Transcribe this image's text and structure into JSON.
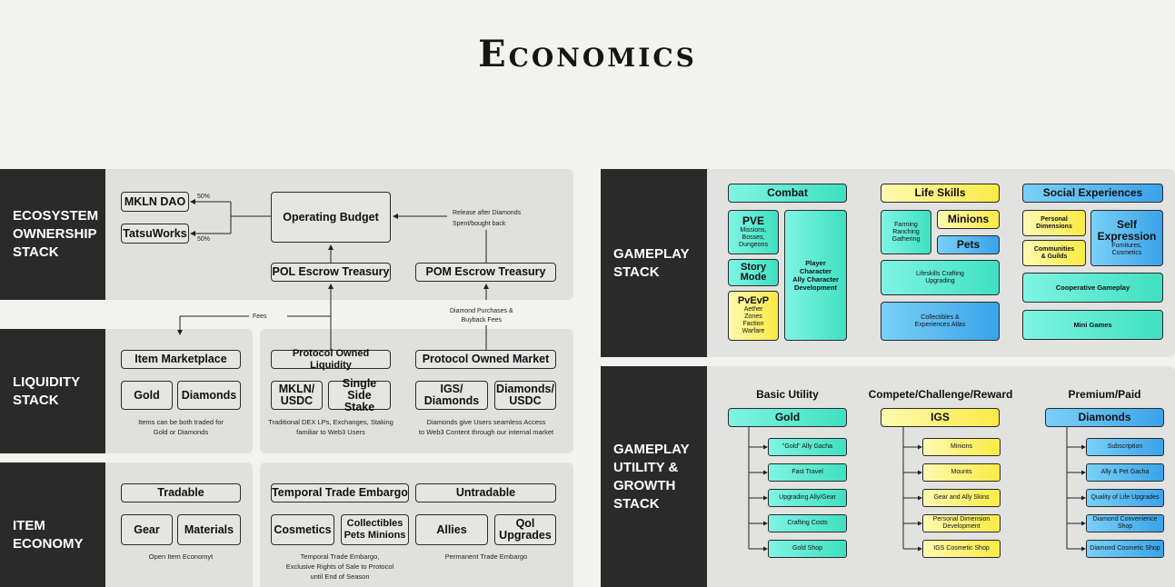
{
  "title": "Economics",
  "bands": {
    "ecosystem": [
      "ECOSYSTEM",
      "OWNERSHIP",
      "STACK"
    ],
    "liquidity": [
      "LIQUIDITY",
      "STACK"
    ],
    "item": [
      "ITEM",
      "ECONOMY"
    ],
    "gameplay": [
      "GAMEPLAY",
      "STACK"
    ],
    "utility": [
      "GAMEPLAY",
      "UTILITY &",
      "GROWTH",
      "STACK"
    ]
  },
  "ecosystem": {
    "mkln_dao": "MKLN DAO",
    "tatsuworks": "TatsuWorks",
    "pct_top": "50%",
    "pct_bottom": "50%",
    "operating_budget": "Operating Budget",
    "release_note": [
      "Release after Diamonds",
      "Spent/bought back"
    ],
    "pol_treasury": "POL Escrow Treasury",
    "pom_treasury": "POM Escrow Treasury",
    "fees": "Fees",
    "diamond_purchases": [
      "Diamond Purchases &",
      "Buyback Fees"
    ]
  },
  "liquidity": {
    "item_marketplace": "Item Marketplace",
    "gold": "Gold",
    "diamonds": "Diamonds",
    "marketplace_note": [
      "Items can be both traded for",
      "Gold or Diamonds"
    ],
    "pol": "Protocol Owned Liquidity",
    "mkln_usdc": [
      "MKLN/",
      "USDC"
    ],
    "single_side": [
      "Single Side",
      "Stake"
    ],
    "pol_note": [
      "Traditional DEX LPs, Exchanges, Staking",
      "familiar to Web3 Users"
    ],
    "pom": "Protocol Owned Market",
    "igs_diamonds": [
      "IGS/",
      "Diamonds"
    ],
    "diamonds_usdc": [
      "Diamonds/",
      "USDC"
    ],
    "pom_note": [
      "Diamonds give Users seamless Access",
      "to Web3 Content through our internal market"
    ]
  },
  "item_economy": {
    "tradable": "Tradable",
    "gear": "Gear",
    "materials": "Materials",
    "tradable_note": "Open Item Economyt",
    "embargo": "Temporal Trade Embargo",
    "cosmetics": "Cosmetics",
    "collectibles": [
      "Collectibles",
      "Pets Minions"
    ],
    "embargo_note": [
      "Temporal Trade Embargo,",
      "Exclusive Rights of Sale to Protocol",
      "until End of Season"
    ],
    "untradable": "Untradable",
    "allies": "Allies",
    "qol": [
      "Qol",
      "Upgrades"
    ],
    "untradable_note": "Permanent Trade Embargo"
  },
  "gameplay": {
    "combat": "Combat",
    "pve": "PVE",
    "pve_sub": [
      "Missions,",
      "Bosses,",
      "Dungeons"
    ],
    "story": [
      "Story",
      "Mode"
    ],
    "pvevp": "PvEvP",
    "pvevp_sub": [
      "Aether",
      "Zones",
      "Faction",
      "Warfare"
    ],
    "player_char": [
      "Player",
      "Character",
      "Ally Character",
      "Development"
    ],
    "life_skills": "Life Skills",
    "farming": [
      "Farming",
      "Ranching",
      "Gathering"
    ],
    "minions": "Minions",
    "pets": "Pets",
    "lifeskills_crafting": [
      "Lifeskills Crafting",
      "Upgrading"
    ],
    "collectibles_atlas": [
      "Collectibles &",
      "Experiences Atlas"
    ],
    "social": "Social Experiences",
    "personal_dim": [
      "Personal",
      "Dimensions"
    ],
    "communities": [
      "Communities",
      "& Guilds"
    ],
    "self_expression": [
      "Self",
      "Expression"
    ],
    "self_expression_sub": [
      "Furnitures,",
      "Cosmetics"
    ],
    "coop": "Cooperative Gameplay",
    "mini_games": "Mini Games"
  },
  "utility": {
    "col1_head": "Basic Utility",
    "col1_box": "Gold",
    "col1_items": [
      "\"Gold\" Ally Gacha",
      "Fast Travel",
      "Upgrading Ally/Gear",
      "Crafting Costs",
      "Gold Shop"
    ],
    "col2_head": "Compete/Challenge/Reward",
    "col2_box": "IGS",
    "col2_items": [
      "Minions",
      "Mounts",
      "Gear and Ally Skins",
      "Personal Dimension Development",
      "IGS Cosmetic Shop"
    ],
    "col3_head": "Premium/Paid",
    "col3_box": "Diamonds",
    "col3_items": [
      "Subscription",
      "Ally & Pet Gacha",
      "Quality of Life Upgrades",
      "Diamond Convenience Shop",
      "Diamond Cosmetic Shop"
    ]
  },
  "colors": {
    "band": "#2a2a2a",
    "panel": "#e0e0df",
    "cyan": "#3fe0c1",
    "yellow": "#f9eb45",
    "blue": "#3aa3ea"
  }
}
